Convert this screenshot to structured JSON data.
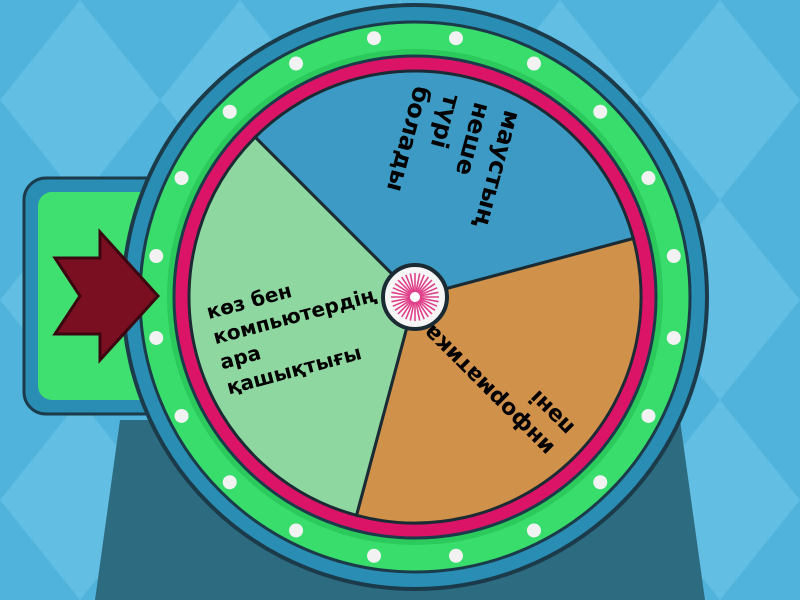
{
  "game": {
    "type": "spin-the-wheel",
    "segments": [
      {
        "lines": [
          "маустың",
          "неше",
          "түрі",
          "болады"
        ],
        "color": "#3d9ac4"
      },
      {
        "lines": [
          "информатика",
          "пәні"
        ],
        "color": "#d0914a"
      },
      {
        "lines": [
          "көз бен",
          "компьютердің",
          "ара",
          "қашықтығы"
        ],
        "color": "#8fd7a0"
      }
    ]
  },
  "colors": {
    "background": "#4fb3dc",
    "base": "#2d6b80",
    "outer_ring": "#2a8db4",
    "green_ring": "#38dd6c",
    "pink_ring": "#dc1468",
    "pointer_arrow": "#7a0f22"
  }
}
